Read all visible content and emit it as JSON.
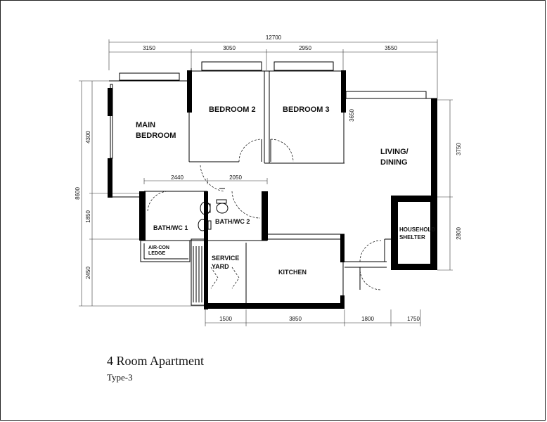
{
  "caption": {
    "title": "4 Room Apartment",
    "subtitle": "Type-3"
  },
  "dimensions": {
    "overall_width": "12700",
    "top": [
      "3150",
      "3050",
      "2950",
      "3550"
    ],
    "left_overall": "8600",
    "left": [
      "4300",
      "1850",
      "2450"
    ],
    "right": [
      "3750",
      "2800"
    ],
    "bottom": [
      "1500",
      "3850",
      "1800",
      "1750"
    ],
    "bath": [
      "2440",
      "2050"
    ],
    "bedroom3_depth": "3650"
  },
  "rooms": {
    "main_bedroom_line1": "MAIN",
    "main_bedroom_line2": "BEDROOM",
    "bedroom2": "BEDROOM  2",
    "bedroom3": "BEDROOM  3",
    "living_line1": "LIVING/",
    "living_line2": "DINING",
    "bath1": "BATH/WC  1",
    "bath2": "BATH/WC  2",
    "aircon_line1": "AIR-CON",
    "aircon_line2": "LEDGE",
    "service_line1": "SERVICE",
    "service_line2": "YARD",
    "kitchen": "KITCHEN",
    "shelter_line1": "HOUSEHOLD",
    "shelter_line2": "SHELTER"
  }
}
